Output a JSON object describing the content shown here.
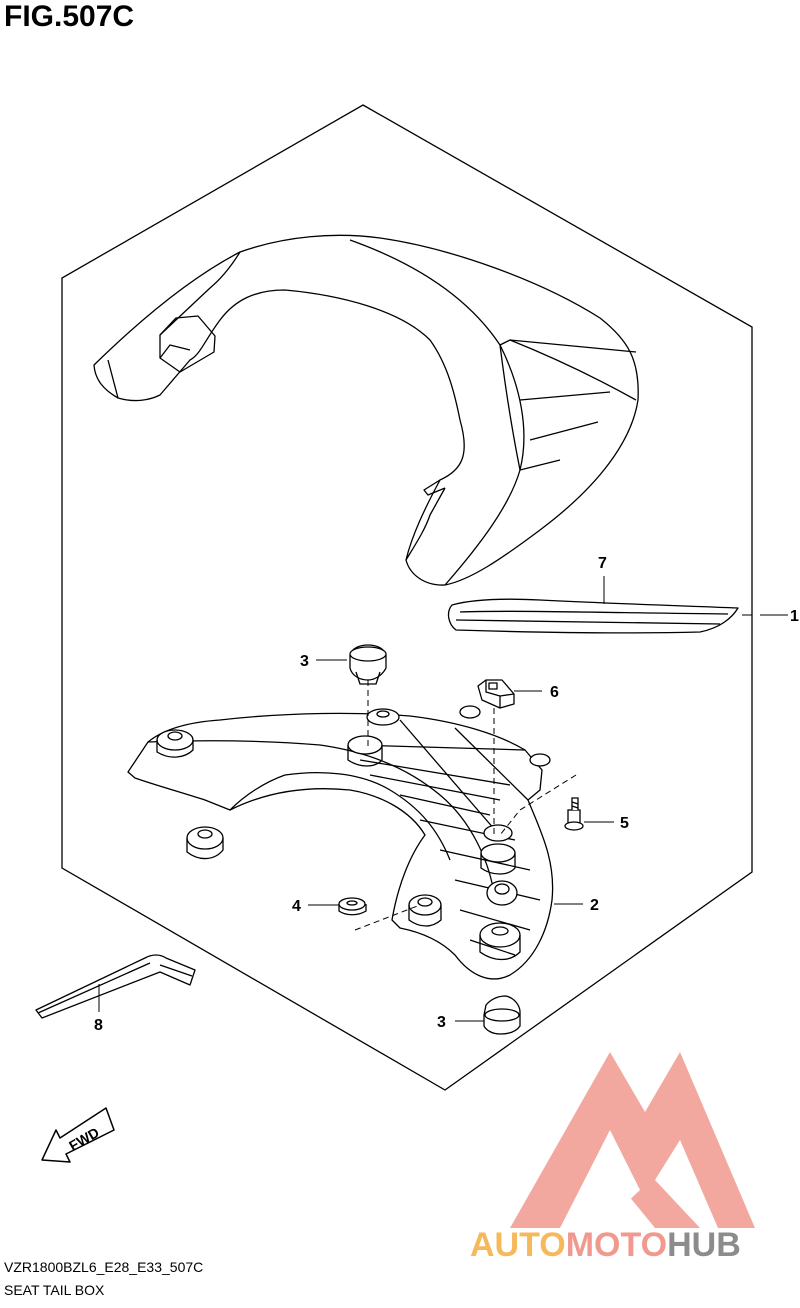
{
  "figure": {
    "title": "FIG.507C",
    "code": "VZR1800BZL6_E28_E33_507C",
    "name": "SEAT TAIL BOX"
  },
  "callouts": [
    {
      "id": "1",
      "label": "1"
    },
    {
      "id": "2",
      "label": "2"
    },
    {
      "id": "3a",
      "label": "3"
    },
    {
      "id": "3b",
      "label": "3"
    },
    {
      "id": "4",
      "label": "4"
    },
    {
      "id": "5",
      "label": "5"
    },
    {
      "id": "6",
      "label": "6"
    },
    {
      "id": "7",
      "label": "7"
    },
    {
      "id": "8",
      "label": "8"
    }
  ],
  "direction_marker": {
    "label": "FWD",
    "icon": "fwd-arrow-icon"
  },
  "watermark": {
    "text_auto": "AUTO",
    "text_moto": "MOTO",
    "text_hub": "HUB",
    "colors": {
      "auto": "#f5b85a",
      "moto": "#f2998f",
      "hub": "#8c8c8c",
      "logo": "#f2998f"
    }
  }
}
